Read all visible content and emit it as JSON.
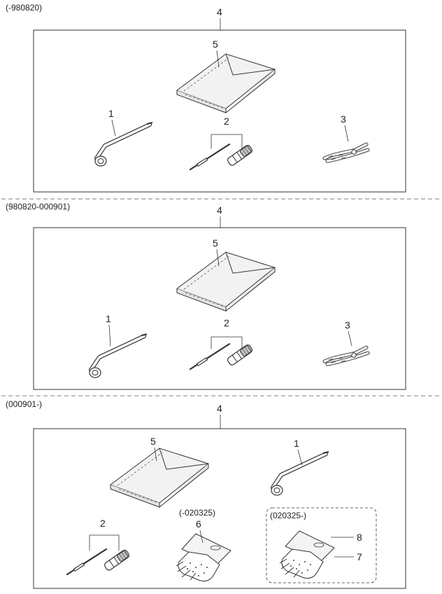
{
  "sections": [
    {
      "range": "(-980820)",
      "callouts": {
        "kit": "4",
        "pouch": "5",
        "wrench": "1",
        "screwdriver": "2",
        "pliers": "3"
      }
    },
    {
      "range": "(980820-000901)",
      "callouts": {
        "kit": "4",
        "pouch": "5",
        "wrench": "1",
        "screwdriver": "2",
        "pliers": "3"
      }
    },
    {
      "range": "(000901-)",
      "callouts": {
        "kit": "4",
        "pouch": "5",
        "wrench": "1",
        "screwdriver": "2",
        "glove_old": "6",
        "glove_new_a": "8",
        "glove_new_b": "7"
      },
      "glove_old_range": "(-020325)",
      "glove_new_range": "(020325-)"
    }
  ]
}
